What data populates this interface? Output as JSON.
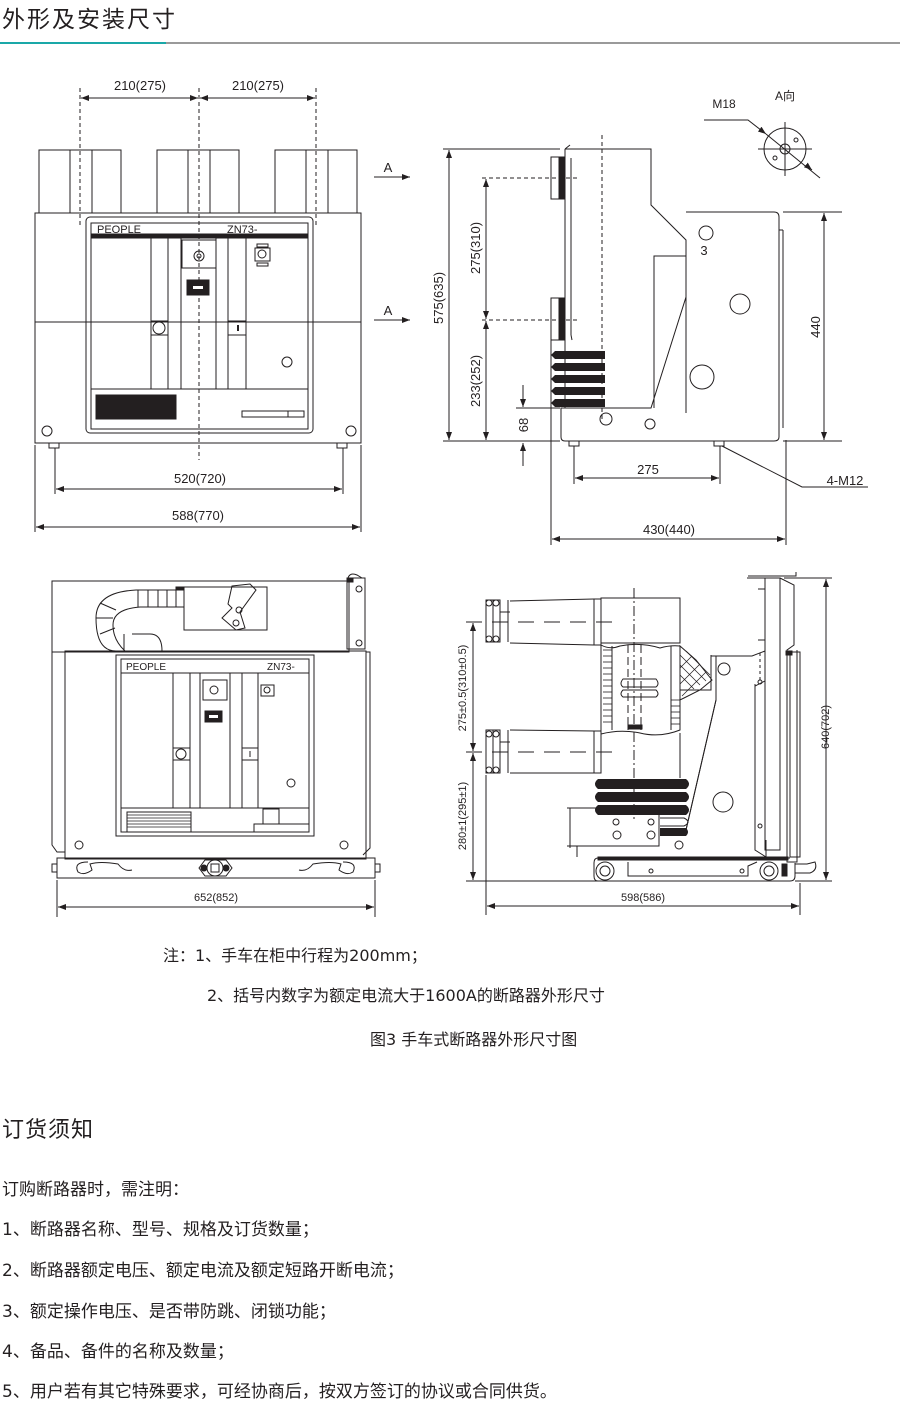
{
  "header": {
    "title": "外形及安装尺寸",
    "accent_color": "#1aa8a8",
    "rule_color": "#9a9a9a"
  },
  "drawing": {
    "front_view": {
      "pole_spacing_1": "210(275)",
      "pole_spacing_2": "210(275)",
      "panel_brand": "PEOPLE",
      "panel_model": "ZN73-",
      "arrow_label_top": "A",
      "arrow_label_bottom": "A",
      "mount_width": "520(720)",
      "overall_width": "588(770)"
    },
    "side_view": {
      "overall_height": "575(635)",
      "upper_contact": "275(310)",
      "lower_contact": "233(252)",
      "base_height": "68",
      "mechanism_height": "440",
      "hole_label": "3",
      "foot_spacing": "275",
      "foot_bolts": "4-M12",
      "overall_depth": "430(440)",
      "view_a_label": "A向",
      "thread_label": "M18"
    },
    "truck_front_view": {
      "panel_brand": "PEOPLE",
      "panel_model": "ZN73-",
      "overall_width": "652(852)"
    },
    "truck_side_view": {
      "contact_spacing": "275±0.5(310±0.5)",
      "lower_contact_height": "280±1(295±1)",
      "overall_height": "640(702)",
      "overall_depth": "598(586)"
    }
  },
  "notes": {
    "note1": "注：1、手车在柜中行程为200mm；",
    "note2": "2、括号内数字为额定电流大于1600A的断路器外形尺寸",
    "caption": "图3  手车式断路器外形尺寸图"
  },
  "ordering": {
    "title": "订货须知",
    "intro": "订购断路器时，需注明：",
    "items": [
      "1、断路器名称、型号、规格及订货数量；",
      "2、断路器额定电压、额定电流及额定短路开断电流；",
      "3、额定操作电压、是否带防跳、闭锁功能；",
      "4、备品、备件的名称及数量；",
      "5、用户若有其它特殊要求，可经协商后，按双方签订的协议或合同供货。"
    ]
  }
}
